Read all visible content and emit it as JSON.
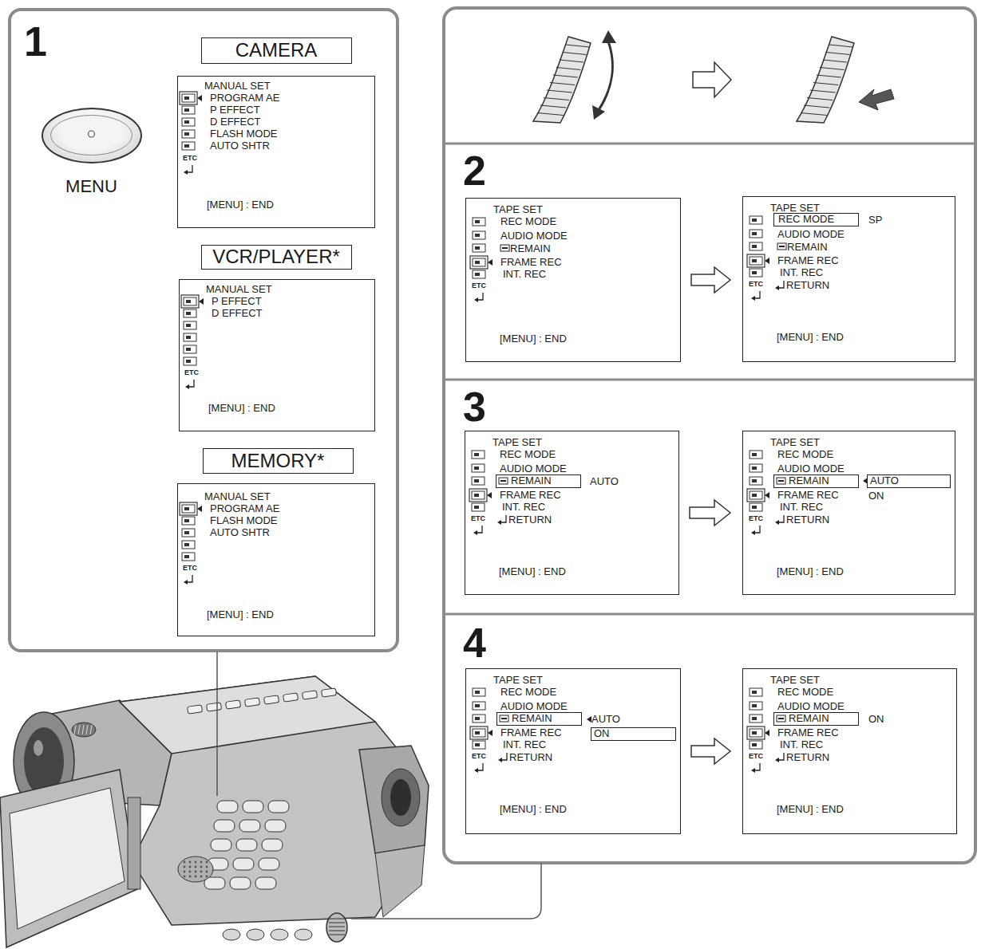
{
  "diagram": {
    "nodes": [
      {
        "text": [
          "1"
        ]
      },
      {
        "text": [
          "MENU"
        ],
        "in": 0
      },
      {
        "text": [
          "CAMERA"
        ],
        "in": 0
      },
      {
        "text": [
          "MANUAL SET",
          "PROGRAM AE",
          "P EFFECT",
          "D EFFECT",
          "FLASH MODE",
          "AUTO SHTR",
          "ETC",
          "[MENU] : END"
        ],
        "in": 0
      },
      {
        "text": [
          "VCR/PLAYER*"
        ],
        "in": 0
      },
      {
        "text": [
          "MANUAL SET",
          "P EFFECT",
          "D EFFECT",
          "ETC",
          "[MENU] : END"
        ],
        "in": 0
      },
      {
        "text": [
          "MEMORY*"
        ],
        "in": 0
      },
      {
        "text": [
          "MANUAL SET",
          "PROGRAM AE",
          "FLASH MODE",
          "AUTO SHTR",
          "ETC",
          "[MENU] : END"
        ],
        "in": 0
      },
      {
        "text": [
          "2"
        ]
      },
      {
        "text": [
          "TAPE SET",
          "REC MODE",
          "AUDIO MODE",
          "REMAIN",
          "FRAME REC",
          "INT. REC",
          "ETC",
          "[MENU] : END"
        ],
        "in": 8
      },
      {
        "text": [
          "TAPE SET",
          "SP",
          "AUDIO MODE",
          "REMAIN",
          "FRAME REC",
          "INT. REC",
          "ETC",
          "RETURN",
          "[MENU] : END"
        ],
        "in": 8
      },
      {
        "text": [
          "REC MODE"
        ],
        "in": 10
      },
      {
        "text": [
          "3"
        ]
      },
      {
        "text": [
          "TAPE SET",
          "REC MODE",
          "AUDIO MODE",
          "AUTO",
          "FRAME REC",
          "INT. REC",
          "ETC",
          "RETURN",
          "[MENU] : END"
        ],
        "in": 12
      },
      {
        "text": [
          "REMAIN"
        ],
        "in": 13
      },
      {
        "text": [
          "TAPE SET",
          "REC MODE",
          "AUDIO MODE",
          "ON",
          "FRAME REC",
          "INT. REC",
          "ETC",
          "RETURN",
          "[MENU] : END"
        ],
        "in": 12
      },
      {
        "text": [
          "REMAIN"
        ],
        "in": 15
      },
      {
        "text": [
          "AUTO"
        ],
        "in": 15
      },
      {
        "text": [
          "4"
        ]
      },
      {
        "text": [
          "TAPE SET",
          "REC MODE",
          "AUDIO MODE",
          "AUTO",
          "FRAME REC",
          "INT. REC",
          "ETC",
          "RETURN",
          "[MENU] : END"
        ],
        "in": 18
      },
      {
        "text": [
          "REMAIN"
        ],
        "in": 19
      },
      {
        "text": [
          "ON"
        ],
        "in": 19
      },
      {
        "text": [
          "TAPE SET",
          "REC MODE",
          "AUDIO MODE",
          "ON",
          "FRAME REC",
          "INT. REC",
          "ETC",
          "RETURN",
          "[MENU] : END"
        ],
        "in": 18
      },
      {
        "text": [
          "REMAIN"
        ],
        "in": 22
      }
    ],
    "edges": [
      {
        "from": 9,
        "to": 10,
        "arrow": "to"
      },
      {
        "from": 13,
        "to": 15,
        "arrow": "to"
      },
      {
        "from": 19,
        "to": 22,
        "arrow": "to"
      }
    ]
  }
}
